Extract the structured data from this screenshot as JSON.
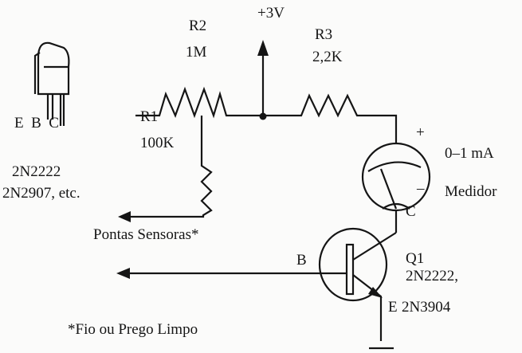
{
  "supply": "+3V",
  "r1": {
    "name": "R1",
    "value": "100K"
  },
  "r2": {
    "name": "R2",
    "value": "1M"
  },
  "r3": {
    "name": "R3",
    "value": "2,2K"
  },
  "meter": {
    "plus": "+",
    "minus": "–",
    "range": "0–1 mA",
    "label": "Medidor"
  },
  "q1": {
    "name": "Q1",
    "types_line1": "2N2222,",
    "types_line2": "2N3904",
    "pin_b": "B",
    "pin_c": "C",
    "pin_e": "E"
  },
  "pinout": {
    "pins": "E  B  C",
    "types_line1": "2N2222",
    "types_line2": "2N2907, etc."
  },
  "probes_label": "Pontas Sensoras*",
  "footnote": "*Fio ou Prego Limpo"
}
